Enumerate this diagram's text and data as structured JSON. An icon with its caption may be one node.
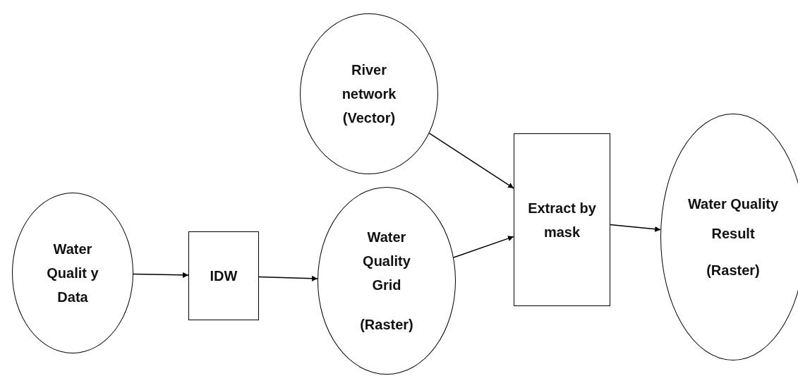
{
  "diagram": {
    "nodes": [
      {
        "text": [
          "Water Qualit y Data"
        ]
      },
      {
        "text": [
          "IDW"
        ]
      },
      {
        "text": [
          "River network (Vector)"
        ]
      },
      {
        "text": [
          "Water Quality Grid",
          "(Raster)"
        ]
      },
      {
        "text": [
          "Extract by mask"
        ]
      },
      {
        "text": [
          "Water Quality",
          "Result",
          "(Raster)"
        ]
      }
    ],
    "edges": [
      {
        "from": 0,
        "to": 1,
        "arrow": "to"
      },
      {
        "from": 1,
        "to": 3,
        "arrow": "to"
      },
      {
        "from": 2,
        "to": 4,
        "arrow": "to"
      },
      {
        "from": 3,
        "to": 4,
        "arrow": "to"
      },
      {
        "from": 4,
        "to": 5,
        "arrow": "to"
      }
    ]
  }
}
